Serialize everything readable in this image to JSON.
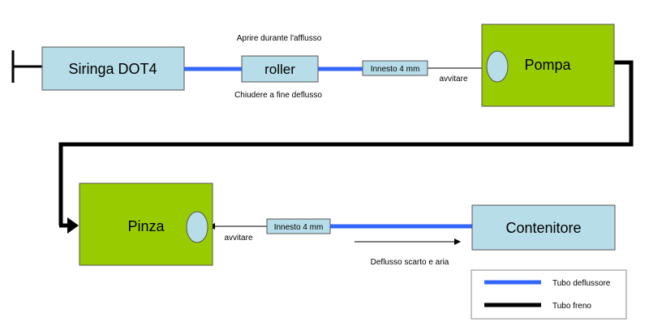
{
  "nodes": {
    "siringa": "Siringa DOT4",
    "roller": "roller",
    "innesto_top": "Innesto 4 mm",
    "pompa": "Pompa",
    "pinza": "Pinza",
    "innesto_bottom": "Innesto 4 mm",
    "contenitore": "Contenitore"
  },
  "annotations": {
    "aprire": "Aprire durante l'afflusso",
    "chiudere": "Chiudere a fine deflusso",
    "avvitare_top": "avvitare",
    "avvitare_bottom": "avvitare",
    "deflusso": "Deflusso scarto e aria"
  },
  "legend": {
    "tubo_deflussore": "Tubo deflussore",
    "tubo_freno": "Tubo freno"
  },
  "colors": {
    "box_blue": "#b7dde8",
    "box_green": "#99cc00",
    "tube_blue": "#3366ff",
    "tube_black": "#000000"
  }
}
